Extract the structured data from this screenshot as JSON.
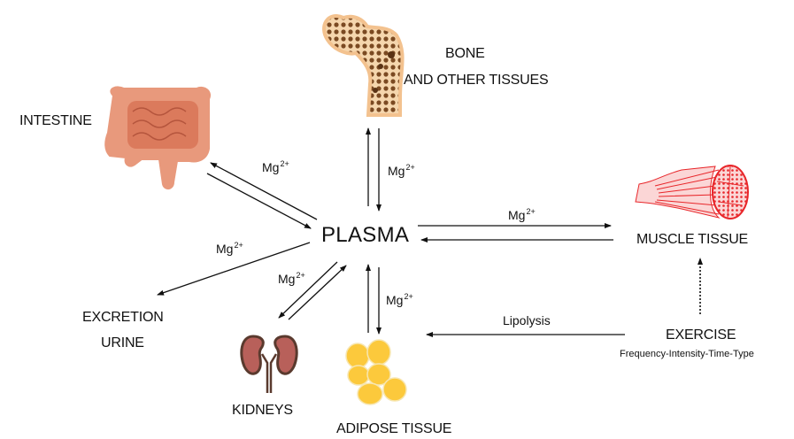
{
  "nodes": {
    "plasma": "PLASMA",
    "bone_line1": "BONE",
    "bone_line2": "AND OTHER TISSUES",
    "intestine": "INTESTINE",
    "muscle": "MUSCLE TISSUE",
    "excretion_line1": "EXCRETION",
    "excretion_line2": "URINE",
    "kidneys": "KIDNEYS",
    "adipose": "ADIPOSE TISSUE",
    "exercise": "EXERCISE",
    "exercise_sub": "Frequency-Intensity-Time-Type"
  },
  "arrows": {
    "mg_base": "Mg",
    "mg_charge": "2+",
    "lipolysis": "Lipolysis"
  },
  "colors": {
    "bone_fill": "#8a5a2b",
    "bone_outline": "#f3c28f",
    "intestine": "#e58c6e",
    "muscle": "#e8262a",
    "kidney": "#b8605a",
    "kidney_outline": "#5a3a2e",
    "adipose": "#fcc93c"
  }
}
